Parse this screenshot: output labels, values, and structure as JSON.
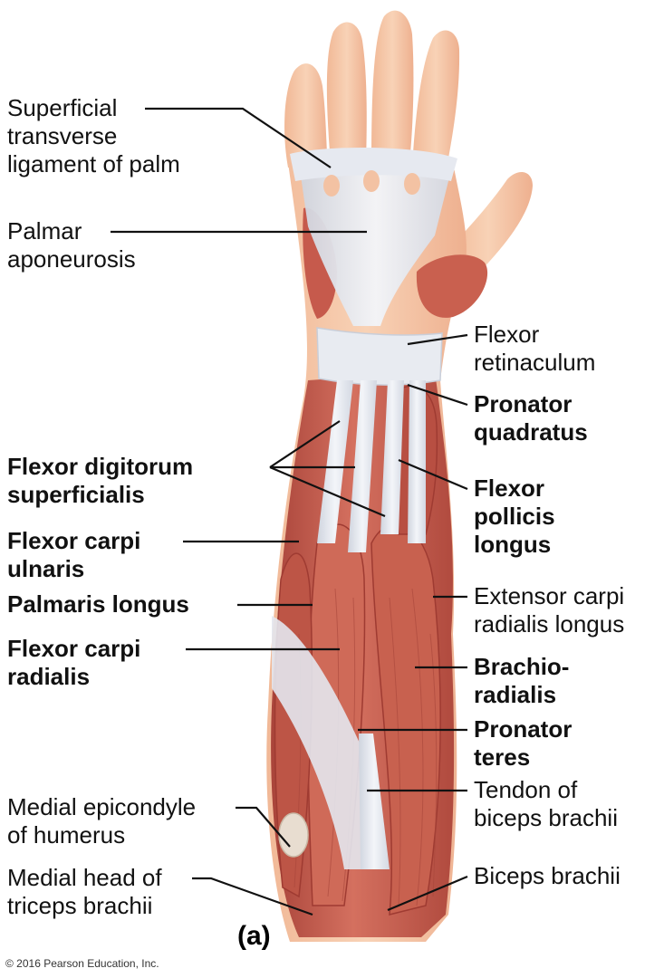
{
  "figure": {
    "panel_letter": "(a)",
    "copyright": "© 2016 Pearson Education, Inc."
  },
  "labels": {
    "superficial_transverse_ligament": [
      "Superficial",
      "transverse",
      "ligament of palm"
    ],
    "palmar_aponeurosis": [
      "Palmar",
      "aponeurosis"
    ],
    "flexor_digitorum_superficialis": [
      "Flexor digitorum",
      "superficialis"
    ],
    "flexor_carpi_ulnaris": [
      "Flexor carpi",
      "ulnaris"
    ],
    "palmaris_longus": [
      "Palmaris longus"
    ],
    "flexor_carpi_radialis": [
      "Flexor carpi",
      "radialis"
    ],
    "medial_epicondyle": [
      "Medial epicondyle",
      "of humerus"
    ],
    "medial_head_triceps": [
      "Medial head of",
      "triceps brachii"
    ],
    "flexor_retinaculum": [
      "Flexor",
      "retinaculum"
    ],
    "pronator_quadratus": [
      "Pronator",
      "quadratus"
    ],
    "flexor_pollicis_longus": [
      "Flexor",
      "pollicis",
      "longus"
    ],
    "extensor_carpi_radialis_longus": [
      "Extensor carpi",
      "radialis longus"
    ],
    "brachioradialis": [
      "Brachio-",
      "radialis"
    ],
    "pronator_teres": [
      "Pronator",
      "teres"
    ],
    "tendon_biceps": [
      "Tendon of",
      "biceps brachii"
    ],
    "biceps_brachii": [
      "Biceps brachii"
    ]
  },
  "colors": {
    "skin": "#f6c7a8",
    "skin_edge": "#e6a884",
    "muscle": "#c65a4c",
    "muscle_dark": "#9f3b32",
    "muscle_light": "#dc7e6c",
    "tendon": "#e9ecf2",
    "tendon_shade": "#c9ced9",
    "leader": "#111111"
  }
}
